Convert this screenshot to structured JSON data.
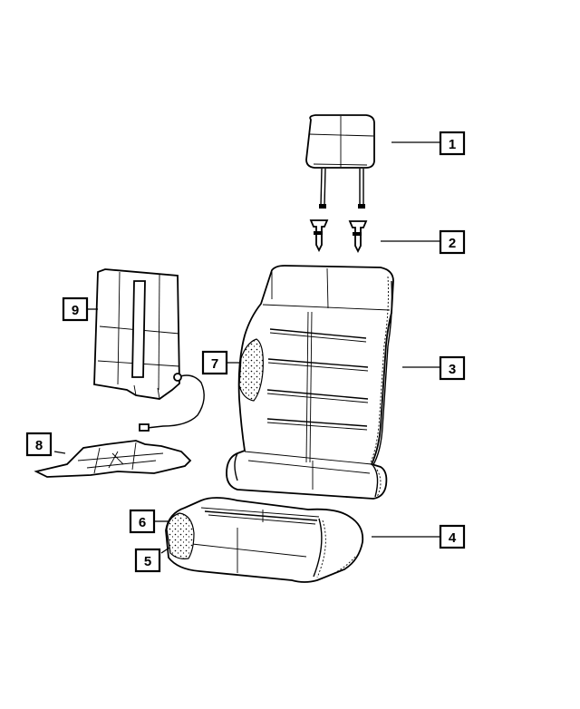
{
  "diagram": {
    "callouts": [
      {
        "id": "c1",
        "label": "1",
        "part": "headrest"
      },
      {
        "id": "c2",
        "label": "2",
        "part": "headrest-guide-sleeves"
      },
      {
        "id": "c3",
        "label": "3",
        "part": "seat-back"
      },
      {
        "id": "c4",
        "label": "4",
        "part": "seat-cushion"
      },
      {
        "id": "c5",
        "label": "5",
        "part": "cushion-foam-side"
      },
      {
        "id": "c6",
        "label": "6",
        "part": "cushion-cover-side"
      },
      {
        "id": "c7",
        "label": "7",
        "part": "seat-back-foam"
      },
      {
        "id": "c8",
        "label": "8",
        "part": "seat-heater-pad-cushion"
      },
      {
        "id": "c9",
        "label": "9",
        "part": "seat-heater-pad-back"
      }
    ]
  }
}
